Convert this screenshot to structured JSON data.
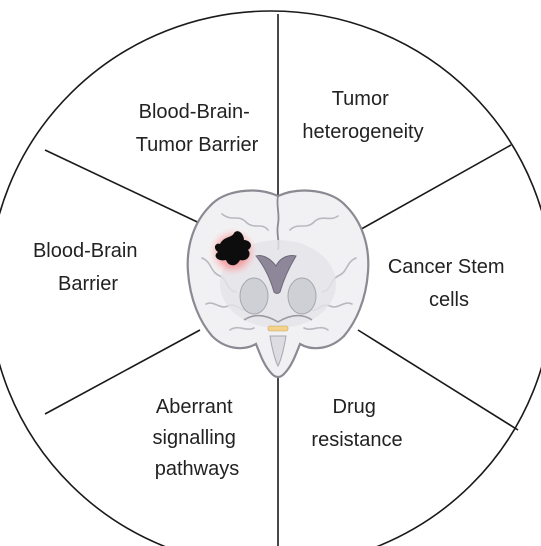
{
  "diagram": {
    "segments": [
      {
        "id": "blood-brain-tumor-barrier",
        "lines": [
          "Blood-Brain-",
          "Tumor Barrier"
        ]
      },
      {
        "id": "tumor-heterogeneity",
        "lines": [
          "Tumor",
          "heterogeneity"
        ]
      },
      {
        "id": "cancer-stem-cells",
        "lines": [
          "Cancer Stem",
          "cells"
        ]
      },
      {
        "id": "drug-resistance",
        "lines": [
          "Drug",
          "resistance"
        ]
      },
      {
        "id": "aberrant-signalling-pathways",
        "lines": [
          "Aberrant",
          "signalling",
          "pathways"
        ]
      },
      {
        "id": "blood-brain-barrier",
        "lines": [
          "Blood-Brain",
          "Barrier"
        ]
      }
    ],
    "colors": {
      "outline": "#1a1a1a",
      "brain_fill": "#f1f1f3",
      "brain_outline": "#8a8a92",
      "ventricle": "#8e8799",
      "tumor": "#0d0d0d",
      "tumor_glow": "#e53935"
    },
    "icons": [
      "brain-coronal-section-icon",
      "tumor-icon"
    ]
  }
}
